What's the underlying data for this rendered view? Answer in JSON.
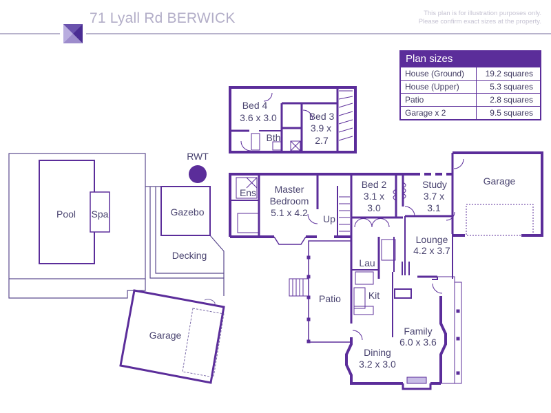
{
  "header": {
    "title": "71 Lyall Rd BERWICK",
    "disclaimer_line1": "This plan is for illustration purposes only.",
    "disclaimer_line2": "Please confirm exact sizes at the property.",
    "logo_icon": "pyramid-logo-icon"
  },
  "colors": {
    "wall": "#5b2d9a",
    "thin_line": "#5b4a8e",
    "label_text": "#4a4470",
    "header_text": "#b3aec8",
    "table_header_bg": "#5b2d9a"
  },
  "plan_sizes": {
    "title": "Plan sizes",
    "rows": [
      {
        "area": "House (Ground)",
        "size": "19.2 squares"
      },
      {
        "area": "House (Upper)",
        "size": "5.3 squares"
      },
      {
        "area": "Patio",
        "size": "2.8 squares"
      },
      {
        "area": "Garage x 2",
        "size": "9.5 squares"
      }
    ]
  },
  "rooms": {
    "bed4": {
      "name": "Bed 4",
      "dims": "3.6 x 3.0"
    },
    "bed3": {
      "name": "Bed 3",
      "dims1": "3.9 x",
      "dims2": "2.7"
    },
    "bth": {
      "name": "Bth"
    },
    "ens": {
      "name": "Ens"
    },
    "master": {
      "name1": "Master",
      "name2": "Bedroom",
      "dims": "5.1 x 4.2"
    },
    "up": {
      "name": "Up"
    },
    "bed2": {
      "name": "Bed 2",
      "dims1": "3.1 x",
      "dims2": "3.0"
    },
    "study": {
      "name": "Study",
      "dims1": "3.7 x",
      "dims2": "3.1"
    },
    "garage_main": {
      "name": "Garage"
    },
    "lounge": {
      "name": "Lounge",
      "dims": "4.2 x 3.7"
    },
    "lau": {
      "name": "Lau"
    },
    "kit": {
      "name": "Kit"
    },
    "patio": {
      "name": "Patio"
    },
    "family": {
      "name": "Family",
      "dims": "6.0 x 3.6"
    },
    "dining": {
      "name": "Dining",
      "dims": "3.2 x 3.0"
    },
    "pool": {
      "name": "Pool"
    },
    "spa": {
      "name": "Spa"
    },
    "rwt": {
      "name": "RWT"
    },
    "gazebo": {
      "name": "Gazebo"
    },
    "decking": {
      "name": "Decking"
    },
    "garage_detached": {
      "name": "Garage"
    }
  }
}
